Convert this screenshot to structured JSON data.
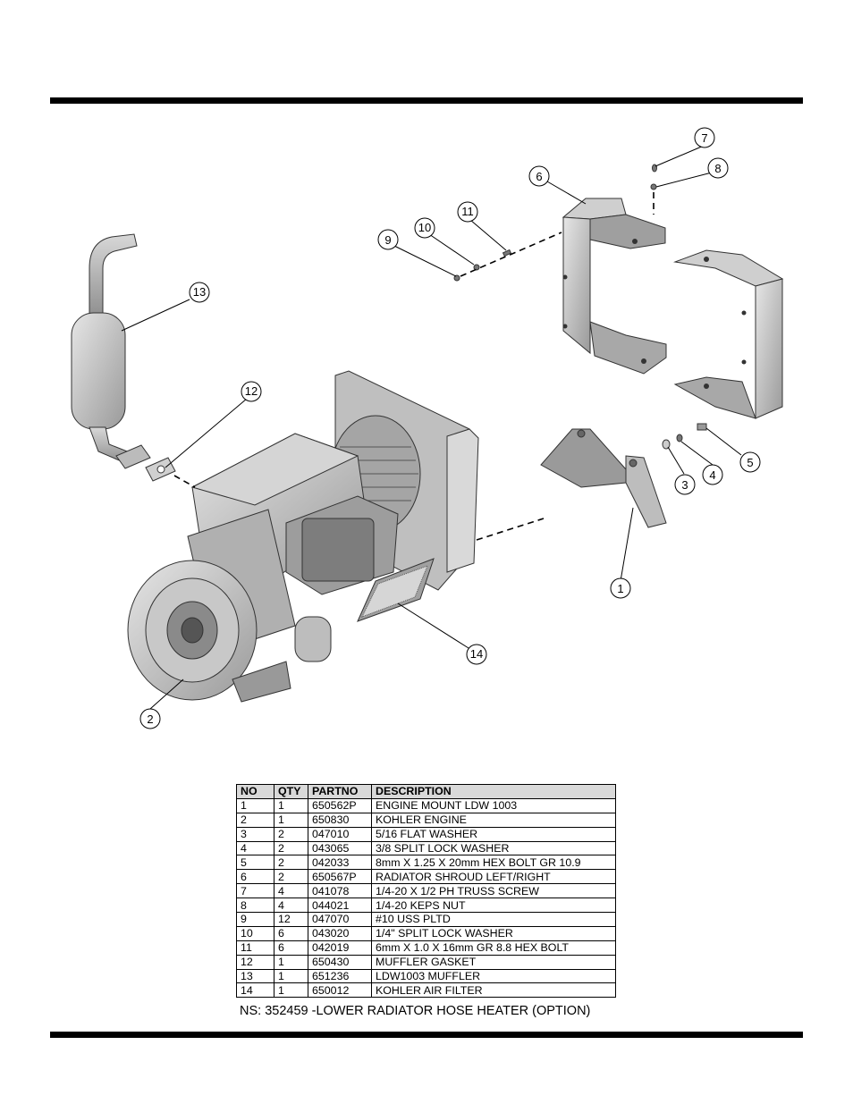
{
  "callouts": [
    "1",
    "2",
    "3",
    "4",
    "5",
    "6",
    "7",
    "8",
    "9",
    "10",
    "11",
    "12",
    "13",
    "14"
  ],
  "table": {
    "headers": {
      "no": "NO",
      "qty": "QTY",
      "partno": "PARTNO",
      "description": "DESCRIPTION"
    },
    "rows": [
      {
        "no": "1",
        "qty": "1",
        "partno": "650562P",
        "description": "ENGINE MOUNT LDW 1003"
      },
      {
        "no": "2",
        "qty": "1",
        "partno": "650830",
        "description": "KOHLER ENGINE"
      },
      {
        "no": "3",
        "qty": "2",
        "partno": "047010",
        "description": "5/16 FLAT WASHER"
      },
      {
        "no": "4",
        "qty": "2",
        "partno": "043065",
        "description": "3/8 SPLIT LOCK WASHER"
      },
      {
        "no": "5",
        "qty": "2",
        "partno": "042033",
        "description": "8mm X 1.25 X 20mm HEX BOLT GR 10.9"
      },
      {
        "no": "6",
        "qty": "2",
        "partno": "650567P",
        "description": "RADIATOR SHROUD LEFT/RIGHT"
      },
      {
        "no": "7",
        "qty": "4",
        "partno": "041078",
        "description": "1/4-20 X 1/2 PH TRUSS SCREW"
      },
      {
        "no": "8",
        "qty": "4",
        "partno": "044021",
        "description": "1/4-20 KEPS NUT"
      },
      {
        "no": "9",
        "qty": "12",
        "partno": "047070",
        "description": "#10 USS PLTD"
      },
      {
        "no": "10",
        "qty": "6",
        "partno": "043020",
        "description": "1/4\" SPLIT LOCK WASHER"
      },
      {
        "no": "11",
        "qty": "6",
        "partno": "042019",
        "description": "6mm X 1.0 X 16mm GR 8.8 HEX BOLT"
      },
      {
        "no": "12",
        "qty": "1",
        "partno": "650430",
        "description": "MUFFLER GASKET"
      },
      {
        "no": "13",
        "qty": "1",
        "partno": "651236",
        "description": "LDW1003 MUFFLER"
      },
      {
        "no": "14",
        "qty": "1",
        "partno": "650012",
        "description": "KOHLER AIR FILTER"
      }
    ]
  },
  "note": "NS: 352459 -LOWER RADIATOR HOSE HEATER (OPTION)"
}
